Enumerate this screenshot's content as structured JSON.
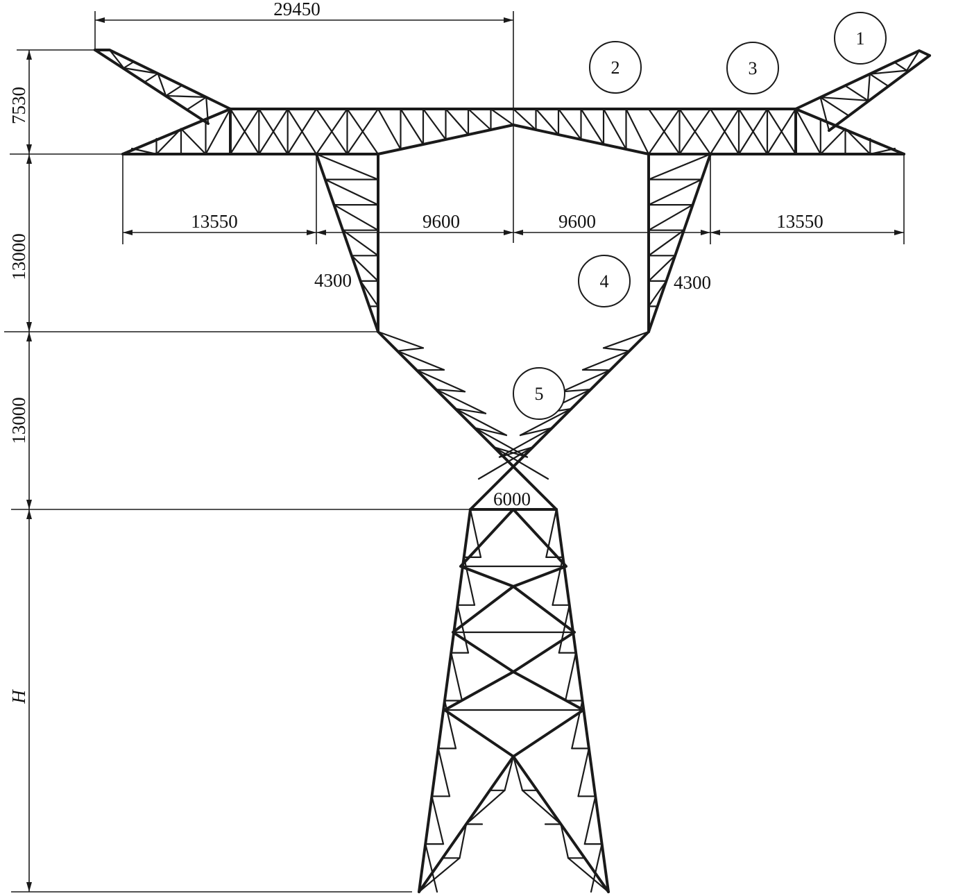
{
  "diagram": {
    "dimensions": {
      "top_span": "29450",
      "left_arm_height": "7530",
      "upper_leg_height": "13000",
      "middle_height": "13000",
      "lower_height": "H",
      "left_outer": "13550",
      "left_inner": "9600",
      "right_inner": "9600",
      "right_outer": "13550",
      "left_window": "4300",
      "right_window": "4300",
      "waist": "6000"
    },
    "markers": [
      "1",
      "2",
      "3",
      "4",
      "5"
    ]
  }
}
